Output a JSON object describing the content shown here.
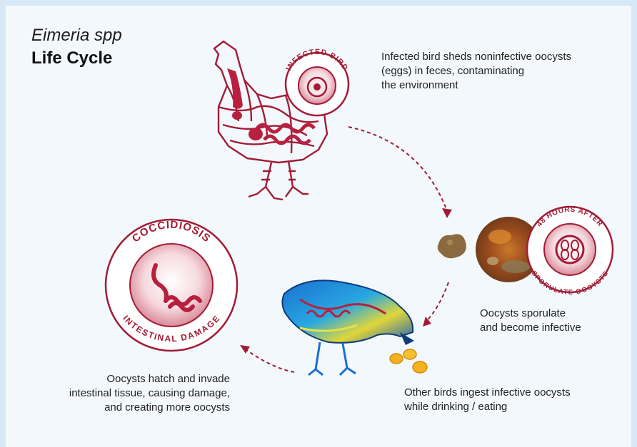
{
  "title": {
    "line1": "Eimeria spp",
    "line2": "Life Cycle"
  },
  "steps": {
    "infected": {
      "badge": "INFECTED BIRD",
      "caption": [
        "Infected bird sheds noninfective oocysts",
        "(eggs) in feces, contaminating",
        "the environment"
      ]
    },
    "sporulation": {
      "badge_top": "48 HOURS AFTER",
      "badge_bottom": "SPORULATE OOCYSTS",
      "caption": [
        "Oocysts sporulate",
        "and become infective"
      ]
    },
    "ingestion": {
      "caption": [
        "Other birds ingest infective oocysts",
        "while drinking / eating"
      ]
    },
    "coccidiosis": {
      "badge_top": "COCCIDIOSIS",
      "badge_bottom": "INTESTINAL DAMAGE",
      "caption": [
        "Oocysts hatch and invade",
        "intestinal tissue, causing damage,",
        "and creating more oocysts"
      ]
    }
  },
  "colors": {
    "accent": "#a21c35",
    "background": "#f3f8fc",
    "frame": "#d7e9f6"
  },
  "icons": [
    "hen-outline-icon",
    "oocyst-icon",
    "feces-icon",
    "soil-sample-icon",
    "colorful-bird-icon",
    "grain-icon",
    "intestine-icon",
    "dashed-arrow-icon"
  ]
}
